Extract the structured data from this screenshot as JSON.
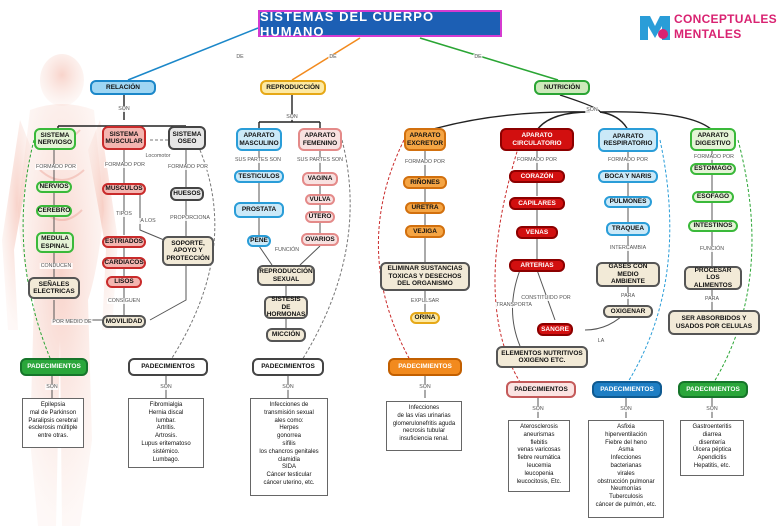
{
  "title": "SISTEMAS DEL CUERPO HUMANO",
  "logo": {
    "line1": "CONCEPTUALES",
    "line2": "MENTALES",
    "letter": "M"
  },
  "links": {
    "de": "DE",
    "son": "SON",
    "formado_por": "FORMADO POR",
    "tipos": "TIPOS",
    "a_los": "A LOS",
    "proporciona": "PROPORCIONA",
    "conducen": "CONDUCEN",
    "consiguen": "CONSIGUEN",
    "por_medio_de": "POR MEDIO DE",
    "locomotor": "Locomotor",
    "sus_partes_son": "SUS PARTES SON",
    "funcion": "FUNCIÓN",
    "expulsar": "EXPULSAR",
    "transporta": "TRANSPORTA",
    "constituido_por": "CONSTITUIDO POR",
    "intercambia": "INTERCAMBIA",
    "para": "PARA",
    "la": "LA"
  },
  "nodes": {
    "relacion": "RELACIÓN",
    "reproduccion": "REPRODUCCIÓN",
    "nutricion": "NUTRICIÓN",
    "nervioso": "SISTEMA NERVIOSO",
    "muscular": "SISTEMA MUSCULAR",
    "oseo": "SISTEMA OSEO",
    "nervios": "NERVIOS",
    "cerebro": "CEREBRO",
    "medula": "MEDULA ESPINAL",
    "senales": "SEÑALES ELECTRICAS",
    "musculos": "MUSCULOS",
    "estriados": "ESTRIADOS",
    "cardiacos": "CARDIACOS",
    "lisos": "LISOS",
    "movilidad": "MOVILIDAD",
    "huesos": "HUESOS",
    "soporte": "SOPORTE, APOYO Y PROTECCIÓN",
    "masculino": "APARATO MASCULINO",
    "femenino": "APARATO FEMENINO",
    "testiculos": "TESTICULOS",
    "prostata": "PROSTATA",
    "pene": "PENE",
    "vagina": "VAGINA",
    "vulva": "VULVA",
    "utero": "ÚTERO",
    "ovarios": "OVARIOS",
    "repro_sexual": "REPRODUCCIÓN SEXUAL",
    "hormonas": "SISTESIS DE HORMONAS",
    "miccion": "MICCIÓN",
    "excretor": "APARATO EXCRETOR",
    "rinones": "RIÑONES",
    "uretra": "URETRA",
    "vejiga": "VEJIGA",
    "eliminar": "ELIMINAR SUSTANCIAS TOXICAS Y DESECHOS DEL ORGANISMO",
    "orina": "ORINA",
    "circulatorio": "APARATO CIRCULATORIO",
    "corazon": "CORAZÓN",
    "capilares": "CAPILARES",
    "venas": "VENAS",
    "arterias": "ARTERIAS",
    "sangre": "SANGRE",
    "elementos": "ELEMENTOS NUTRITIVOS OXIGENO ETC.",
    "respiratorio": "APARATO RESPIRATORIO",
    "boca": "BOCA Y NARIS",
    "pulmones": "PULMONES",
    "traquea": "TRAQUEA",
    "gases": "GASES CON MEDIO AMBIENTE",
    "oxigenar": "OXIGENAR",
    "digestivo": "APARATO DIGESTIVO",
    "estomago": "ESTOMAGO",
    "esofago": "ESOFAGO",
    "intestinos": "INTESTINOS",
    "procesar": "PROCESAR LOS ALIMENTOS",
    "absorbidos": "SER ABSORBIDOS Y USADOS POR CELULAS"
  },
  "padecimientos": {
    "label": "PADECIMIENTOS",
    "nervioso": [
      "Epilepsia",
      "mal de Parkinson",
      "Paralipsis cerebral",
      "esclerosis múltiple",
      "entre otras."
    ],
    "oseo_muscular": [
      "Fibromialgia",
      "Hernia discal",
      "lumbar.",
      "Artritis.",
      "Artrosis.",
      "Lupus eritematoso",
      "sistémico.",
      "Lumbago."
    ],
    "reproductor": [
      "Infecciones de",
      "transmisión sexual",
      "ales como:",
      "Herpes",
      "gonorrea",
      "sífilis",
      "los chancros genitales",
      "clamidia",
      "SIDA",
      "Cáncer testicular",
      "cáncer uterino, etc."
    ],
    "excretor": [
      "Infecciones",
      "de las vías urinarias",
      "glomerulonefritis aguda",
      "necrosis tubular",
      "insuficiencia renal."
    ],
    "circulatorio": [
      "Aterosclerosis",
      "aneurismas",
      "flebitis",
      "venas varicosas",
      "fiebre reumática",
      "leucemia",
      "leucopenia",
      "leucocitosis, Etc."
    ],
    "respiratorio": [
      "Asfixia",
      "hiperventilación",
      "Fiebre del heno",
      "Asma",
      "Infecciones",
      "bacterianas",
      "virales",
      "obstrucción pulmonar",
      "Neumonías",
      "Tuberculosis",
      "cáncer de pulmón, etc."
    ],
    "digestivo": [
      "Gastroenteritis",
      "diarrea",
      "disentería",
      "Úlcera péptica",
      "Apendicitis",
      "Hepatitis, etc."
    ]
  },
  "colors": {
    "title_bg": "#1c5fb4",
    "title_border": "#d53bd0",
    "logo": "#d92372",
    "relacion": "#1b87c9",
    "reproduccion": "#e6a817",
    "nutricion": "#2aa534"
  }
}
